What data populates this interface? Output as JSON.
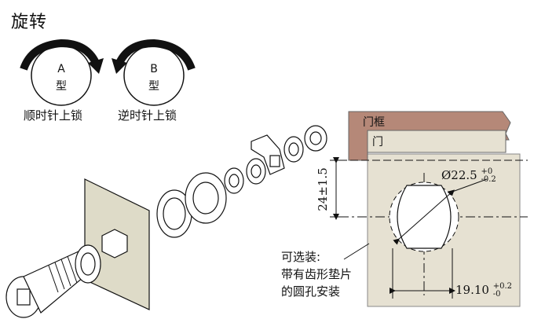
{
  "header": {
    "title": "旋转"
  },
  "rotation": {
    "a": {
      "letter": "A",
      "type": "型",
      "caption": "顺时针上锁"
    },
    "b": {
      "letter": "B",
      "type": "型",
      "caption": "逆时针上锁"
    }
  },
  "panel": {
    "frame_label": "门框",
    "door_label": "门",
    "vertical_dim": "24±1.5",
    "diameter_dim": "Ø22.5",
    "diameter_tol_upper": "+0",
    "diameter_tol_lower": "-0.2",
    "width_dim": "19.10",
    "width_tol_upper": "+0.2",
    "width_tol_lower": "-0"
  },
  "option_note": {
    "line1": "可选装:",
    "line2": "带有齿形垫片",
    "line3": "的圆孔安装"
  },
  "colors": {
    "frame_fill": "#b58878",
    "door_fill": "#e6e1d2",
    "plate_fill": "#dedbc8",
    "arrow": "#111111"
  }
}
